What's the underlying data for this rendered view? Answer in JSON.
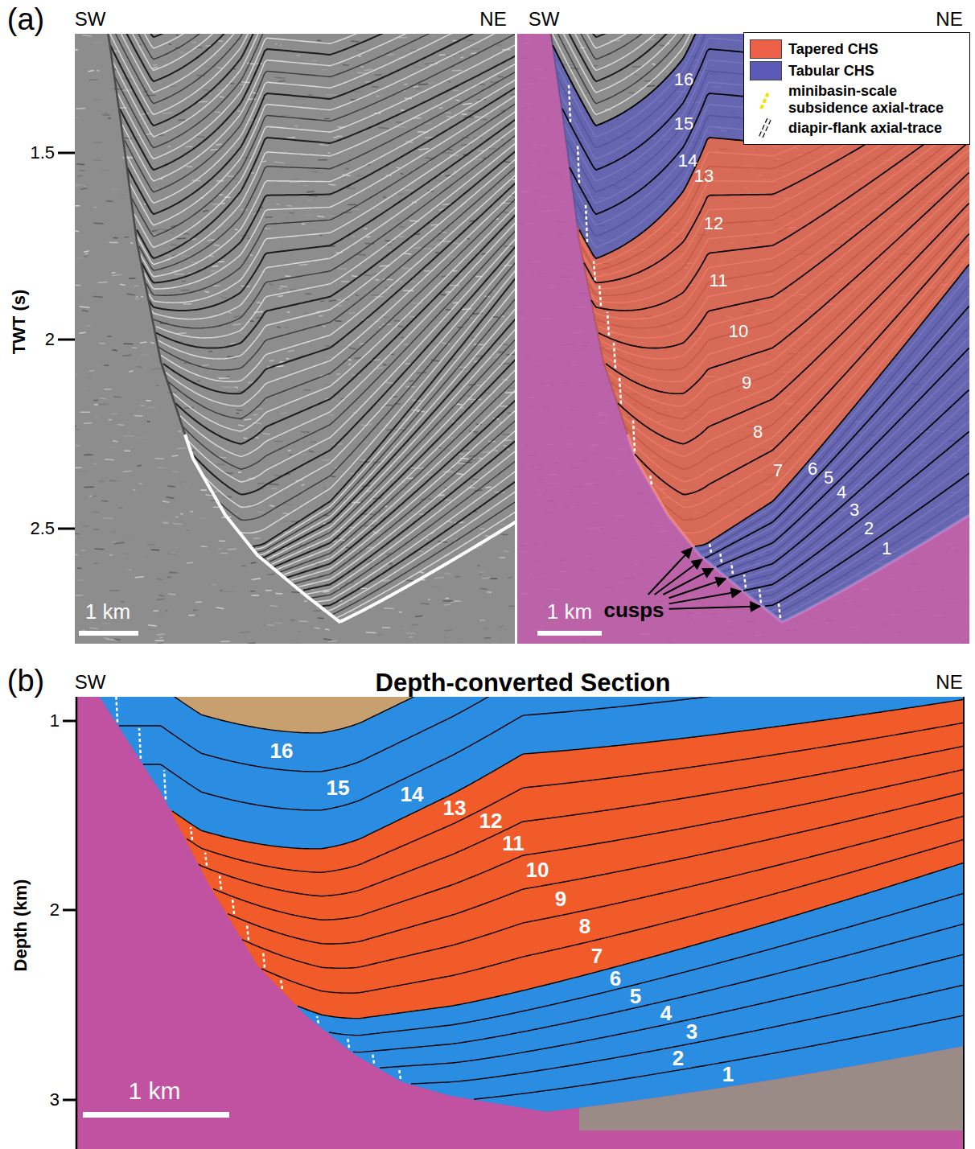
{
  "diagram": {
    "labels": [
      "(a)",
      "SW",
      "NE",
      "SW",
      "NE",
      "TWT (s)",
      "1.5",
      "2",
      "2.5",
      "1 km",
      "1 km",
      "16",
      "15",
      "14",
      "13",
      "12",
      "11",
      "10",
      "9",
      "8",
      "7",
      "6",
      "5",
      "4",
      "3",
      "2",
      "1",
      "cusps",
      "(b)",
      "SW",
      "Depth-converted Section",
      "NE",
      "Depth (km)",
      "1",
      "2",
      "3",
      "16",
      "15",
      "14",
      "13",
      "12",
      "11",
      "10",
      "9",
      "8",
      "7",
      "6",
      "5",
      "4",
      "3",
      "2",
      "1",
      "1 km"
    ],
    "legend": [
      {
        "text": "Tapered CHS",
        "color": "#ec6148"
      },
      {
        "text": "Tabular CHS",
        "color": "#5b5ab9"
      },
      {
        "text": "minibasin-scale subsidence axial-trace"
      },
      {
        "text": "diapir-flank axial-trace"
      }
    ]
  }
}
